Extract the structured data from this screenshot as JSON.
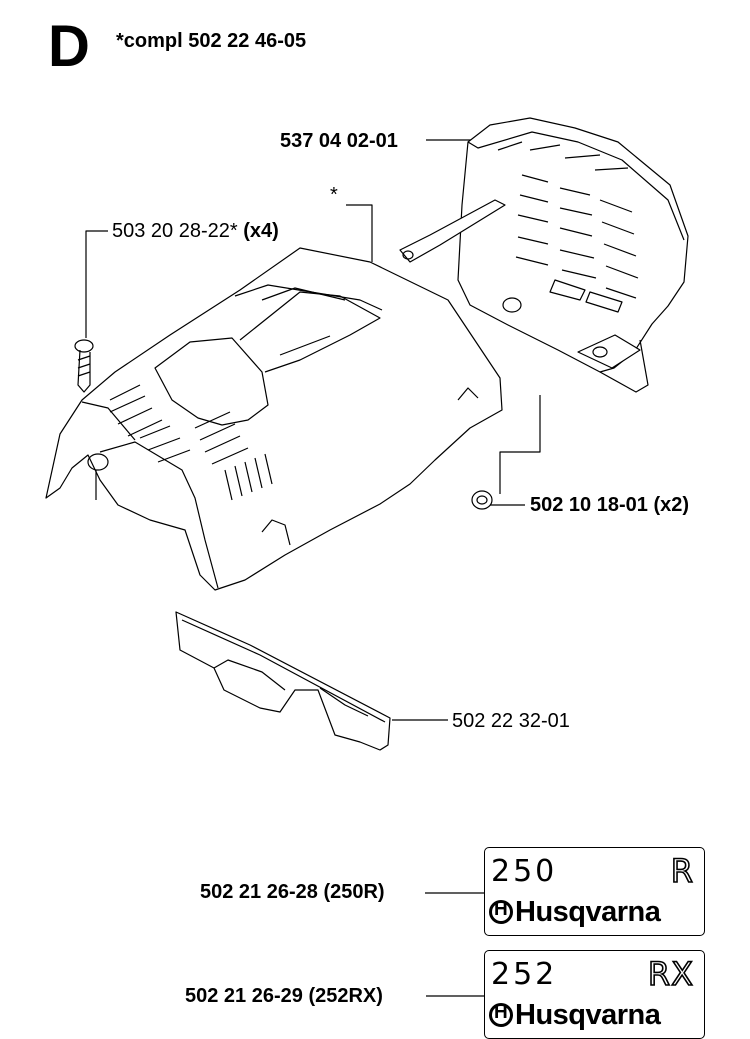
{
  "header": {
    "section_letter": "D",
    "assembly_note": "*compl 502 22 46-05"
  },
  "callouts": {
    "air_filter": "537 04 02-01",
    "asterisk": "*",
    "screw_number": "503 20 28-22*",
    "screw_qty": "(x4)",
    "nut": "502 10 18-01 (x2)",
    "bracket": "502 22 32-01",
    "decal_250r": "502 21 26-28 (250R)",
    "decal_252rx": "502 21 26-29 (252RX)"
  },
  "decals": [
    {
      "model": "250",
      "variant": "R",
      "brand": "Husqvarna",
      "logo_icon": "husqvarna-crown-icon"
    },
    {
      "model": "252",
      "variant": "RX",
      "brand": "Husqvarna",
      "logo_icon": "husqvarna-crown-icon"
    }
  ]
}
